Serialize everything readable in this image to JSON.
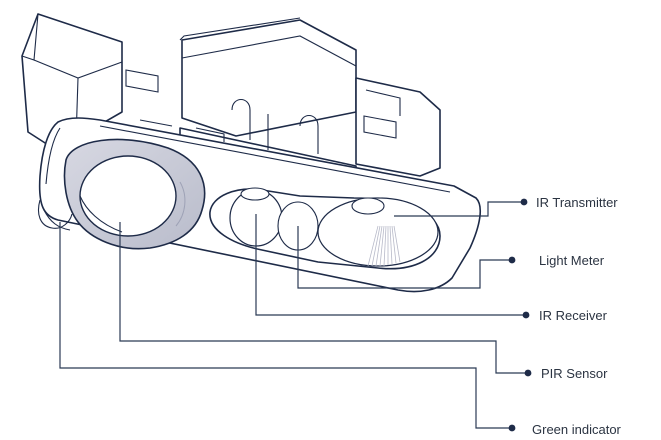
{
  "labels": {
    "ir_transmitter": "IR Transmitter",
    "light_meter": "Light Meter",
    "ir_receiver": "IR Receiver",
    "pir_sensor": "PIR Sensor",
    "green_indicator": "Green indicator"
  },
  "colors": {
    "line": "#1e2b48",
    "shade": "#c8cad6",
    "label_text": "#2b3442"
  }
}
